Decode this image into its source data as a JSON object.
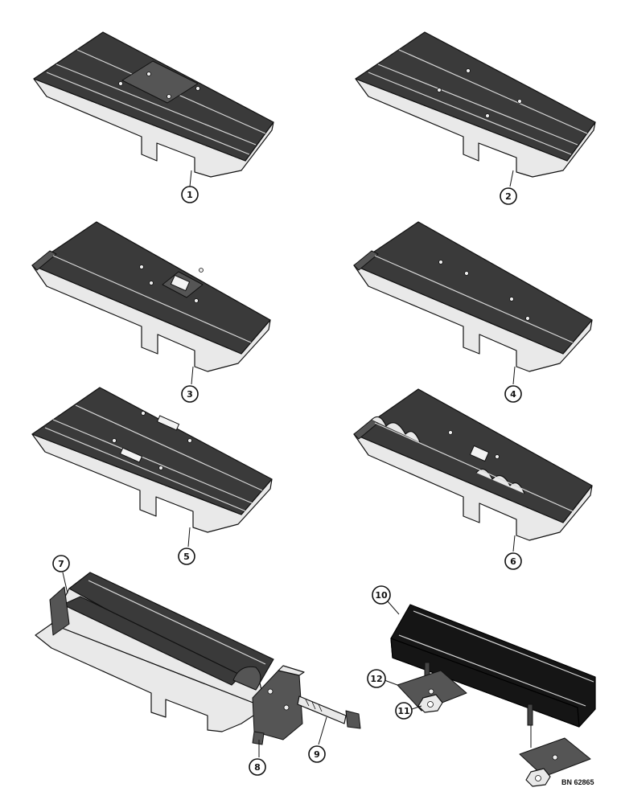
{
  "callouts": {
    "c1": "1",
    "c2": "2",
    "c3": "3",
    "c4": "4",
    "c5": "5",
    "c6": "6",
    "c7": "7",
    "c8": "8",
    "c9": "9",
    "c10": "10",
    "c11": "11",
    "c12": "12"
  },
  "reference_code": "BN 62865"
}
